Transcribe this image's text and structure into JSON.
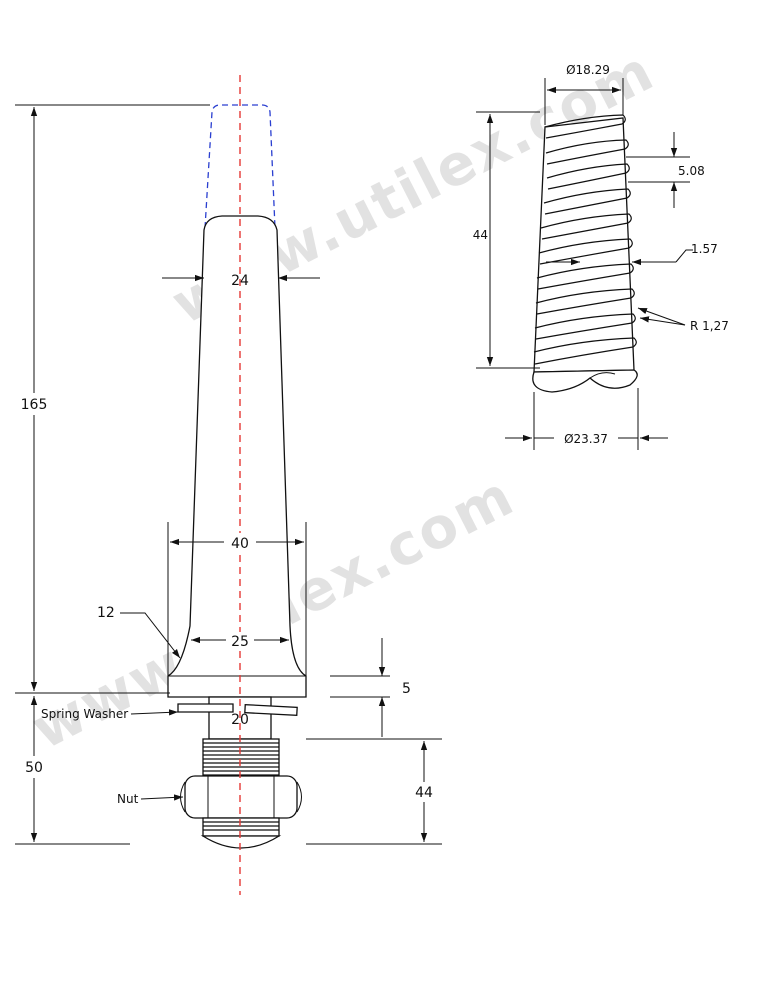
{
  "watermark": "www.utilex.com",
  "main_view": {
    "dim_total_height": "165",
    "dim_base_height": "50",
    "dim_top_width": "24",
    "dim_width_40": "40",
    "dim_width_25": "25",
    "dim_radius_12": "12",
    "dim_flange_5": "5",
    "dim_shaft_20": "20",
    "dim_thread_44": "44",
    "label_spring_washer": "Spring Washer",
    "label_nut": "Nut"
  },
  "detail_view": {
    "dim_top_diameter": "Ø18.29",
    "dim_bottom_diameter": "Ø23.37",
    "dim_length": "44",
    "dim_pitch": "5.08",
    "dim_wire": "1.57",
    "dim_radius": "R 1,27"
  },
  "colors": {
    "centerline": "#e53935",
    "phantom": "#2a3fd0",
    "watermark": "#cfcfcf"
  }
}
